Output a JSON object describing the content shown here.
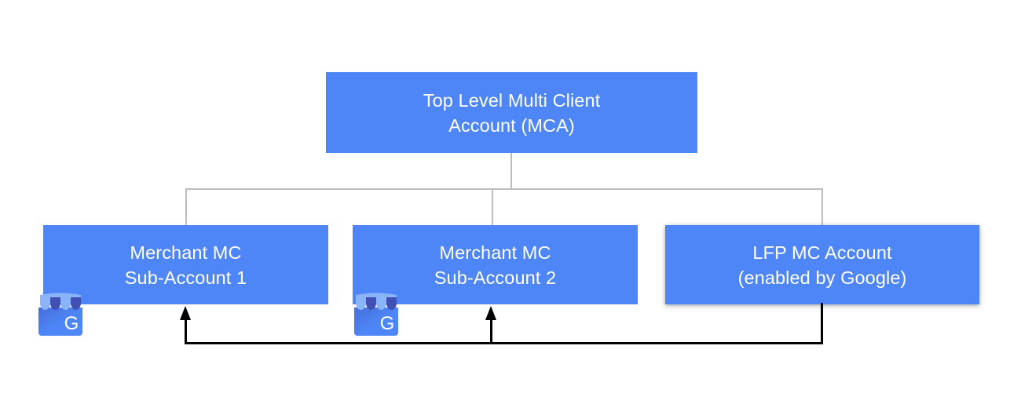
{
  "diagram": {
    "title_node": {
      "id": "top-level-mca",
      "label": "Top Level Multi Client\nAccount (MCA)",
      "color": "#4e86f7",
      "text_color": "#ffffff"
    },
    "child_nodes": [
      {
        "id": "merchant-mc-sub-account-1",
        "label": "Merchant MC\nSub-Account 1",
        "color": "#4e86f7",
        "text_color": "#ffffff",
        "badge_icon": "google-business-profile-icon"
      },
      {
        "id": "merchant-mc-sub-account-2",
        "label": "Merchant MC\nSub-Account 2",
        "color": "#4e86f7",
        "text_color": "#ffffff",
        "badge_icon": "google-business-profile-icon"
      },
      {
        "id": "lfp-mc-account",
        "label": "LFP MC Account\n(enabled by Google)",
        "color": "#4e86f7",
        "text_color": "#ffffff",
        "elevated": true
      }
    ],
    "connectors": {
      "hierarchy_line_color": "#bdbdbd",
      "feedback_arrow_color": "#000000",
      "feedback_arrow_targets": [
        "merchant-mc-sub-account-1",
        "merchant-mc-sub-account-2"
      ],
      "feedback_arrow_source": "lfp-mc-account"
    },
    "icons": {
      "google_business_profile": {
        "name": "google-business-profile-icon",
        "awning_light": "#8ab4f8",
        "awning_dark": "#3f51b5",
        "body": "#4e86f7",
        "glyph": "G",
        "glyph_color": "#ffffff"
      }
    }
  }
}
